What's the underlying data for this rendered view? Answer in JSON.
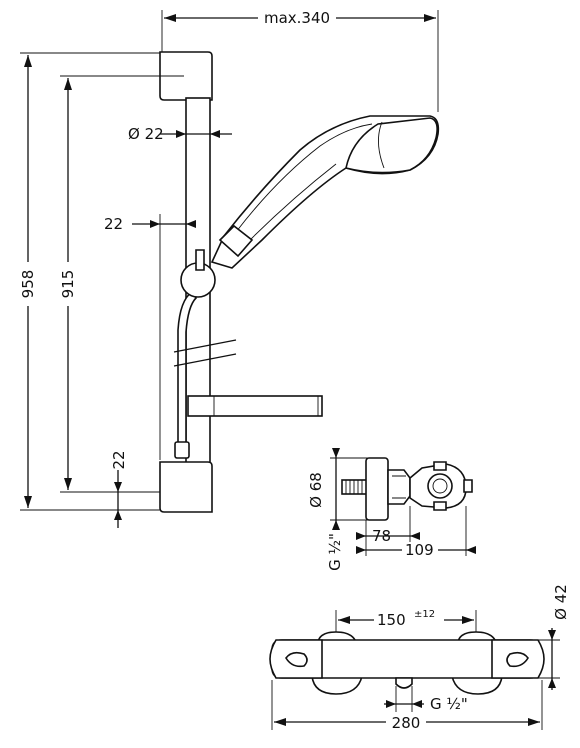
{
  "dimensions": {
    "max_width": "max.340",
    "total_height": "958",
    "rail_height": "915",
    "rail_diameter": "Ø 22",
    "rail_offset": "22",
    "bottom_offset": "22",
    "thermostat_diameter": "Ø 68",
    "connection_thread": "G ½\"",
    "depth_inner": "78",
    "depth_outer": "109",
    "body_diameter": "Ø 42",
    "connection_spacing": "150",
    "connection_spacing_tolerance": "±12",
    "outlet_thread": "G ½\"",
    "body_length": "280"
  }
}
